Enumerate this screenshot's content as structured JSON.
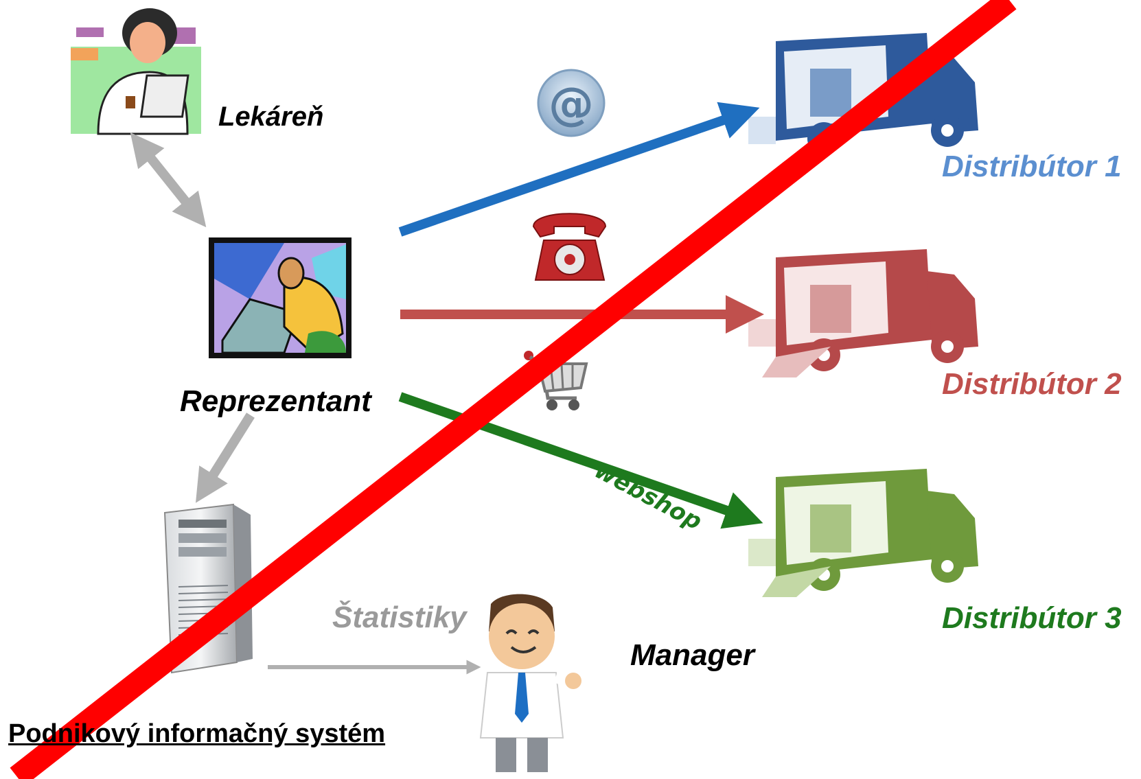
{
  "labels": {
    "pharmacy": "Lekáreň",
    "representative": "Reprezentant",
    "distributor_1": "Distribútor 1",
    "distributor_2": "Distribútor 2",
    "distributor_3": "Distribútor 3",
    "statistics": "Štatistiky",
    "manager": "Manager",
    "system": "Podnikový informačný systém",
    "webshop": "webshop"
  },
  "colors": {
    "distributor_1": "#1f6fc0",
    "distributor_2": "#c0504d",
    "distributor_3": "#1e7a1e",
    "grey_arrow": "#b0b0b0",
    "strike_line": "#ff0000"
  },
  "icons": [
    "pharmacist-icon",
    "representative-icon",
    "email-icon",
    "phone-icon",
    "cart-icon",
    "truck-icon",
    "server-icon",
    "manager-icon"
  ]
}
